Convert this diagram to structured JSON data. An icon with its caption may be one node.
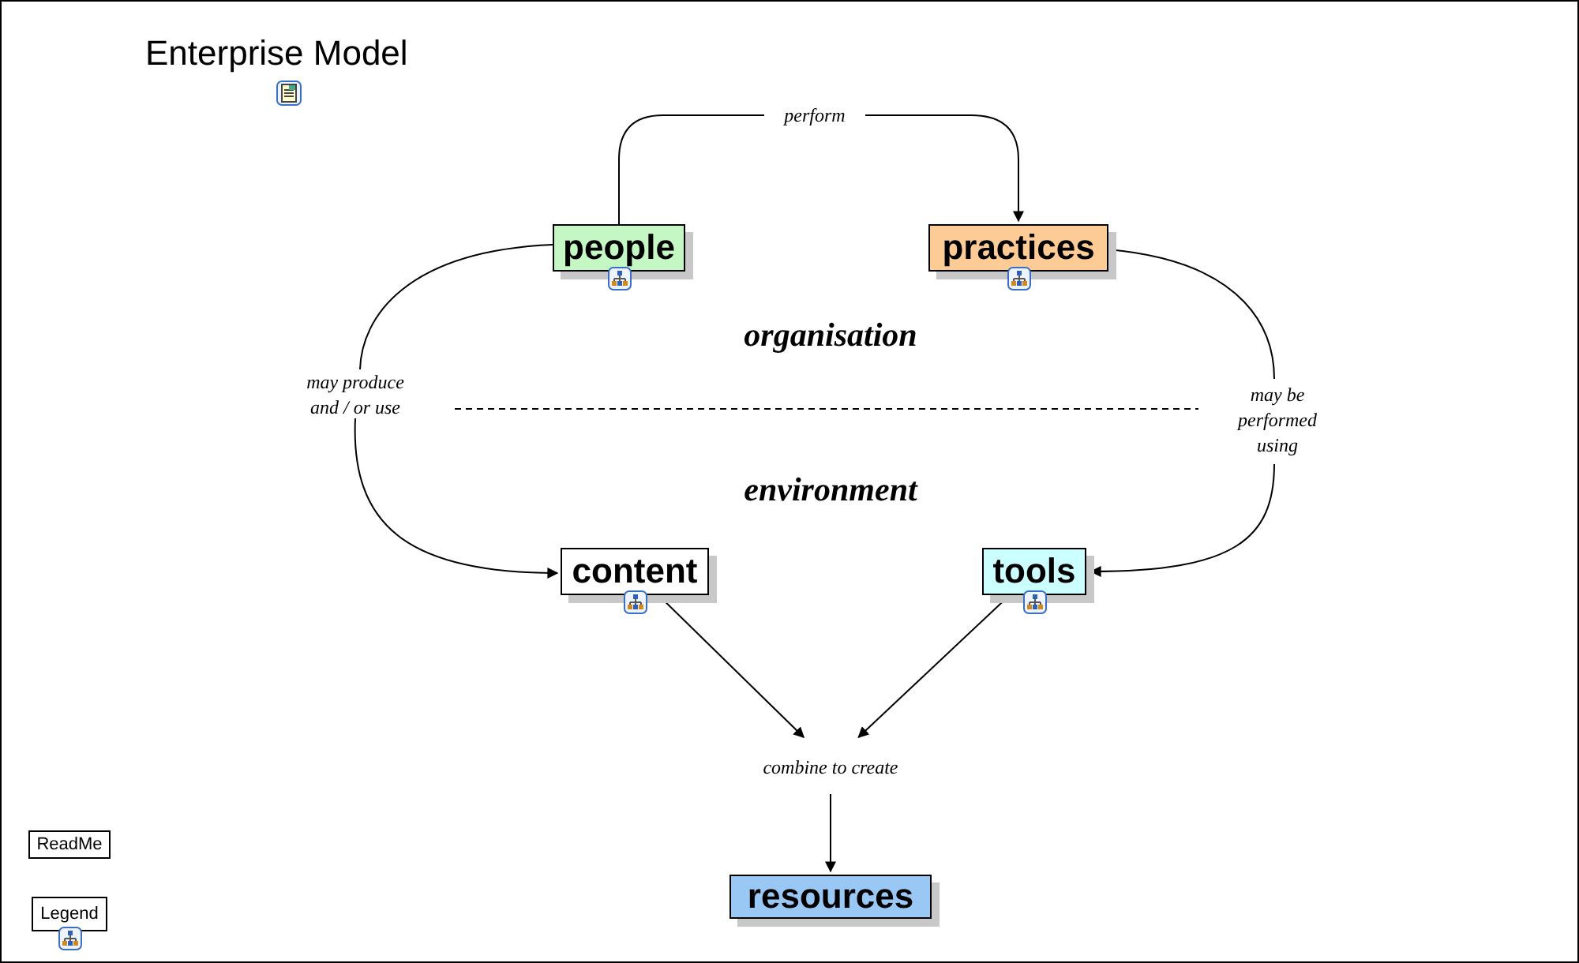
{
  "diagram": {
    "title": "Enterprise Model",
    "nodes": [
      {
        "text": [
          "people"
        ]
      },
      {
        "text": [
          "practices"
        ]
      },
      {
        "text": [
          "content"
        ]
      },
      {
        "text": [
          "tools"
        ]
      },
      {
        "text": [
          "resources"
        ]
      },
      {
        "text": [
          "ReadMe"
        ]
      },
      {
        "text": [
          "Legend"
        ]
      },
      {
        "text": [
          "combine to create"
        ]
      }
    ],
    "edges": [
      {
        "from": 0,
        "to": 1,
        "arrow": "to",
        "label": "perform"
      },
      {
        "from": 0,
        "to": 2,
        "arrow": "to",
        "label": "may produce and / or use"
      },
      {
        "from": 1,
        "to": 3,
        "arrow": "to",
        "label": "may be performed using"
      },
      {
        "from": 2,
        "to": 7,
        "arrow": "to"
      },
      {
        "from": 3,
        "to": 7,
        "arrow": "to"
      },
      {
        "from": 7,
        "to": 4,
        "arrow": "to"
      }
    ],
    "labels": [
      "organisation",
      "environment"
    ]
  }
}
